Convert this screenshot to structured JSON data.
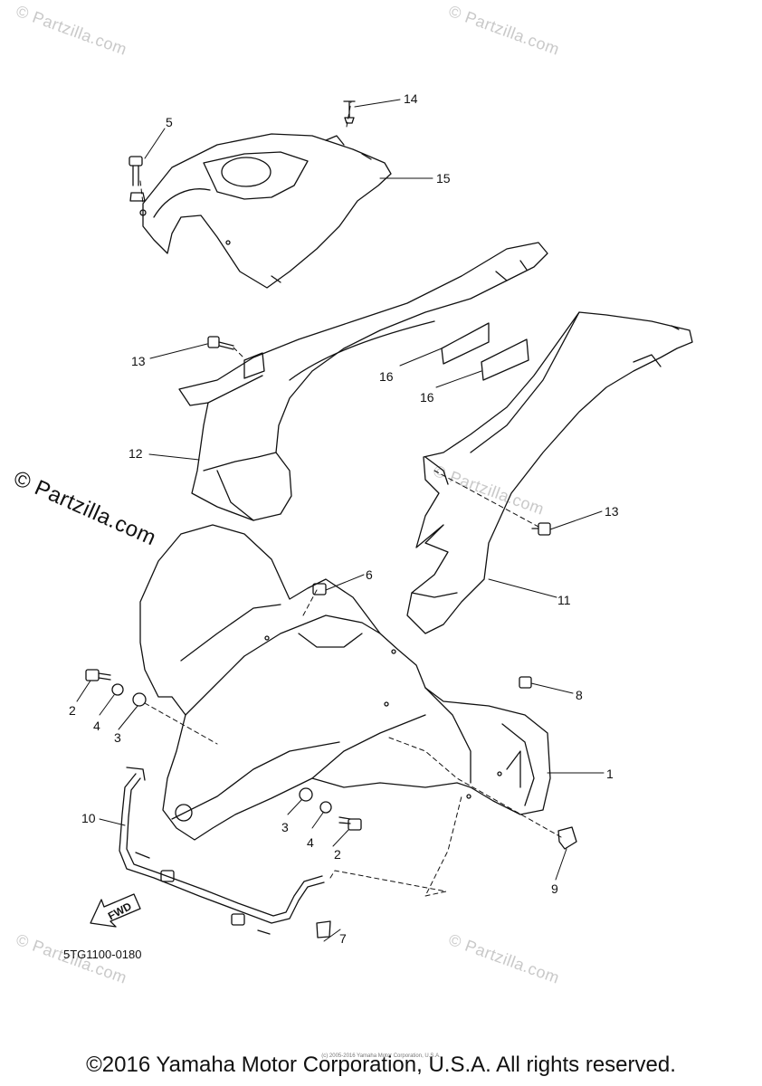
{
  "watermarks": {
    "text": "© Partzilla.com",
    "big_text": "© Partzilla.com"
  },
  "callouts": [
    {
      "id": "c1",
      "label": "1"
    },
    {
      "id": "c2a",
      "label": "2"
    },
    {
      "id": "c2b",
      "label": "2"
    },
    {
      "id": "c3a",
      "label": "3"
    },
    {
      "id": "c3b",
      "label": "3"
    },
    {
      "id": "c4a",
      "label": "4"
    },
    {
      "id": "c4b",
      "label": "4"
    },
    {
      "id": "c5",
      "label": "5"
    },
    {
      "id": "c6",
      "label": "6"
    },
    {
      "id": "c7",
      "label": "7"
    },
    {
      "id": "c8",
      "label": "8"
    },
    {
      "id": "c9",
      "label": "9"
    },
    {
      "id": "c10",
      "label": "10"
    },
    {
      "id": "c11",
      "label": "11"
    },
    {
      "id": "c12",
      "label": "12"
    },
    {
      "id": "c13a",
      "label": "13"
    },
    {
      "id": "c13b",
      "label": "13"
    },
    {
      "id": "c14",
      "label": "14"
    },
    {
      "id": "c15",
      "label": "15"
    },
    {
      "id": "c16a",
      "label": "16"
    },
    {
      "id": "c16b",
      "label": "16"
    }
  ],
  "fwd_label": "FWD",
  "part_code": "5TG1100-0180",
  "tiny_note": "(c) 2005-2016 Yamaha Motor Corporation, U.S.A.",
  "copyright": "©2016 Yamaha Motor Corporation, U.S.A. All rights reserved."
}
